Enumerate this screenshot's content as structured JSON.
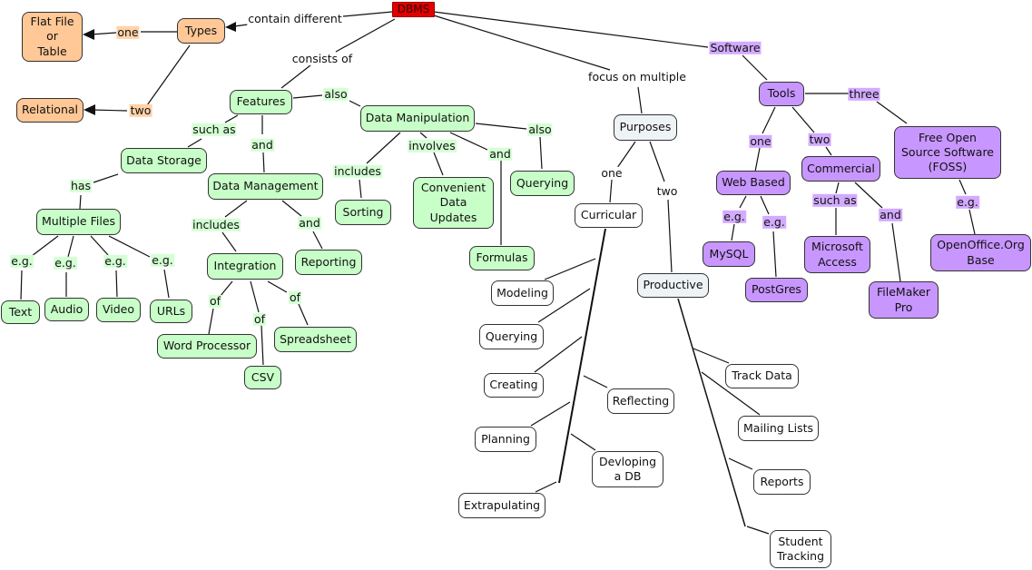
{
  "title": "DBMS",
  "colors": {
    "root": "#e00000",
    "types": "#ffc896",
    "features": "#c8ffc8",
    "software": "#c896ff",
    "purposes": "#eef3f5",
    "purpose_items": "#ffffff"
  },
  "nodes": {
    "dbms": "DBMS",
    "types": "Types",
    "flat_file": "Flat File\nor\nTable",
    "relational": "Relational",
    "features": "Features",
    "data_storage": "Data Storage",
    "multiple_files": "Multiple Files",
    "text": "Text",
    "audio": "Audio",
    "video": "Video",
    "urls": "URLs",
    "data_management": "Data Management",
    "integration": "Integration",
    "reporting": "Reporting",
    "word_processor": "Word Processor",
    "csv": "CSV",
    "spreadsheet": "Spreadsheet",
    "data_manipulation": "Data Manipulation",
    "sorting": "Sorting",
    "convenient_updates": "Convenient\nData\nUpdates",
    "formulas": "Formulas",
    "querying_dm": "Querying",
    "purposes": "Purposes",
    "curricular": "Curricular",
    "productive": "Productive",
    "modeling": "Modeling",
    "querying_cur": "Querying",
    "creating": "Creating",
    "reflecting": "Reflecting",
    "planning": "Planning",
    "developing_db": "Devloping\na DB",
    "extrapulating": "Extrapulating",
    "track_data": "Track Data",
    "mailing_lists": "Mailing Lists",
    "reports": "Reports",
    "student_tracking": "Student\nTracking",
    "tools": "Tools",
    "web_based": "Web Based",
    "commercial": "Commercial",
    "foss": "Free Open\nSource Software\n(FOSS)",
    "mysql": "MySQL",
    "postgres": "PostGres",
    "ms_access": "Microsoft\nAccess",
    "filemaker": "FileMaker\nPro",
    "openoffice": "OpenOffice.Org\nBase"
  },
  "links": {
    "contain_different": "contain different",
    "types_one": "one",
    "types_two": "two",
    "consists_of": "consists of",
    "feat_also": "also",
    "feat_such_as": "such as",
    "feat_and": "and",
    "ds_has": "has",
    "eg1": "e.g.",
    "eg2": "e.g.",
    "eg3": "e.g.",
    "eg4": "e.g.",
    "dmg_includes": "includes",
    "dmg_and": "and",
    "of1": "of",
    "of2": "of",
    "of3": "of",
    "dmp_includes": "includes",
    "dmp_involves": "involves",
    "dmp_and": "and",
    "dmp_also": "also",
    "focus_on_multiple": "focus on multiple",
    "purp_one": "one",
    "purp_two": "two",
    "software": "Software",
    "tools_one": "one",
    "tools_two": "two",
    "tools_three": "three",
    "wb_eg1": "e.g.",
    "wb_eg2": "e.g.",
    "com_such_as": "such as",
    "com_and": "and",
    "foss_eg": "e.g."
  }
}
